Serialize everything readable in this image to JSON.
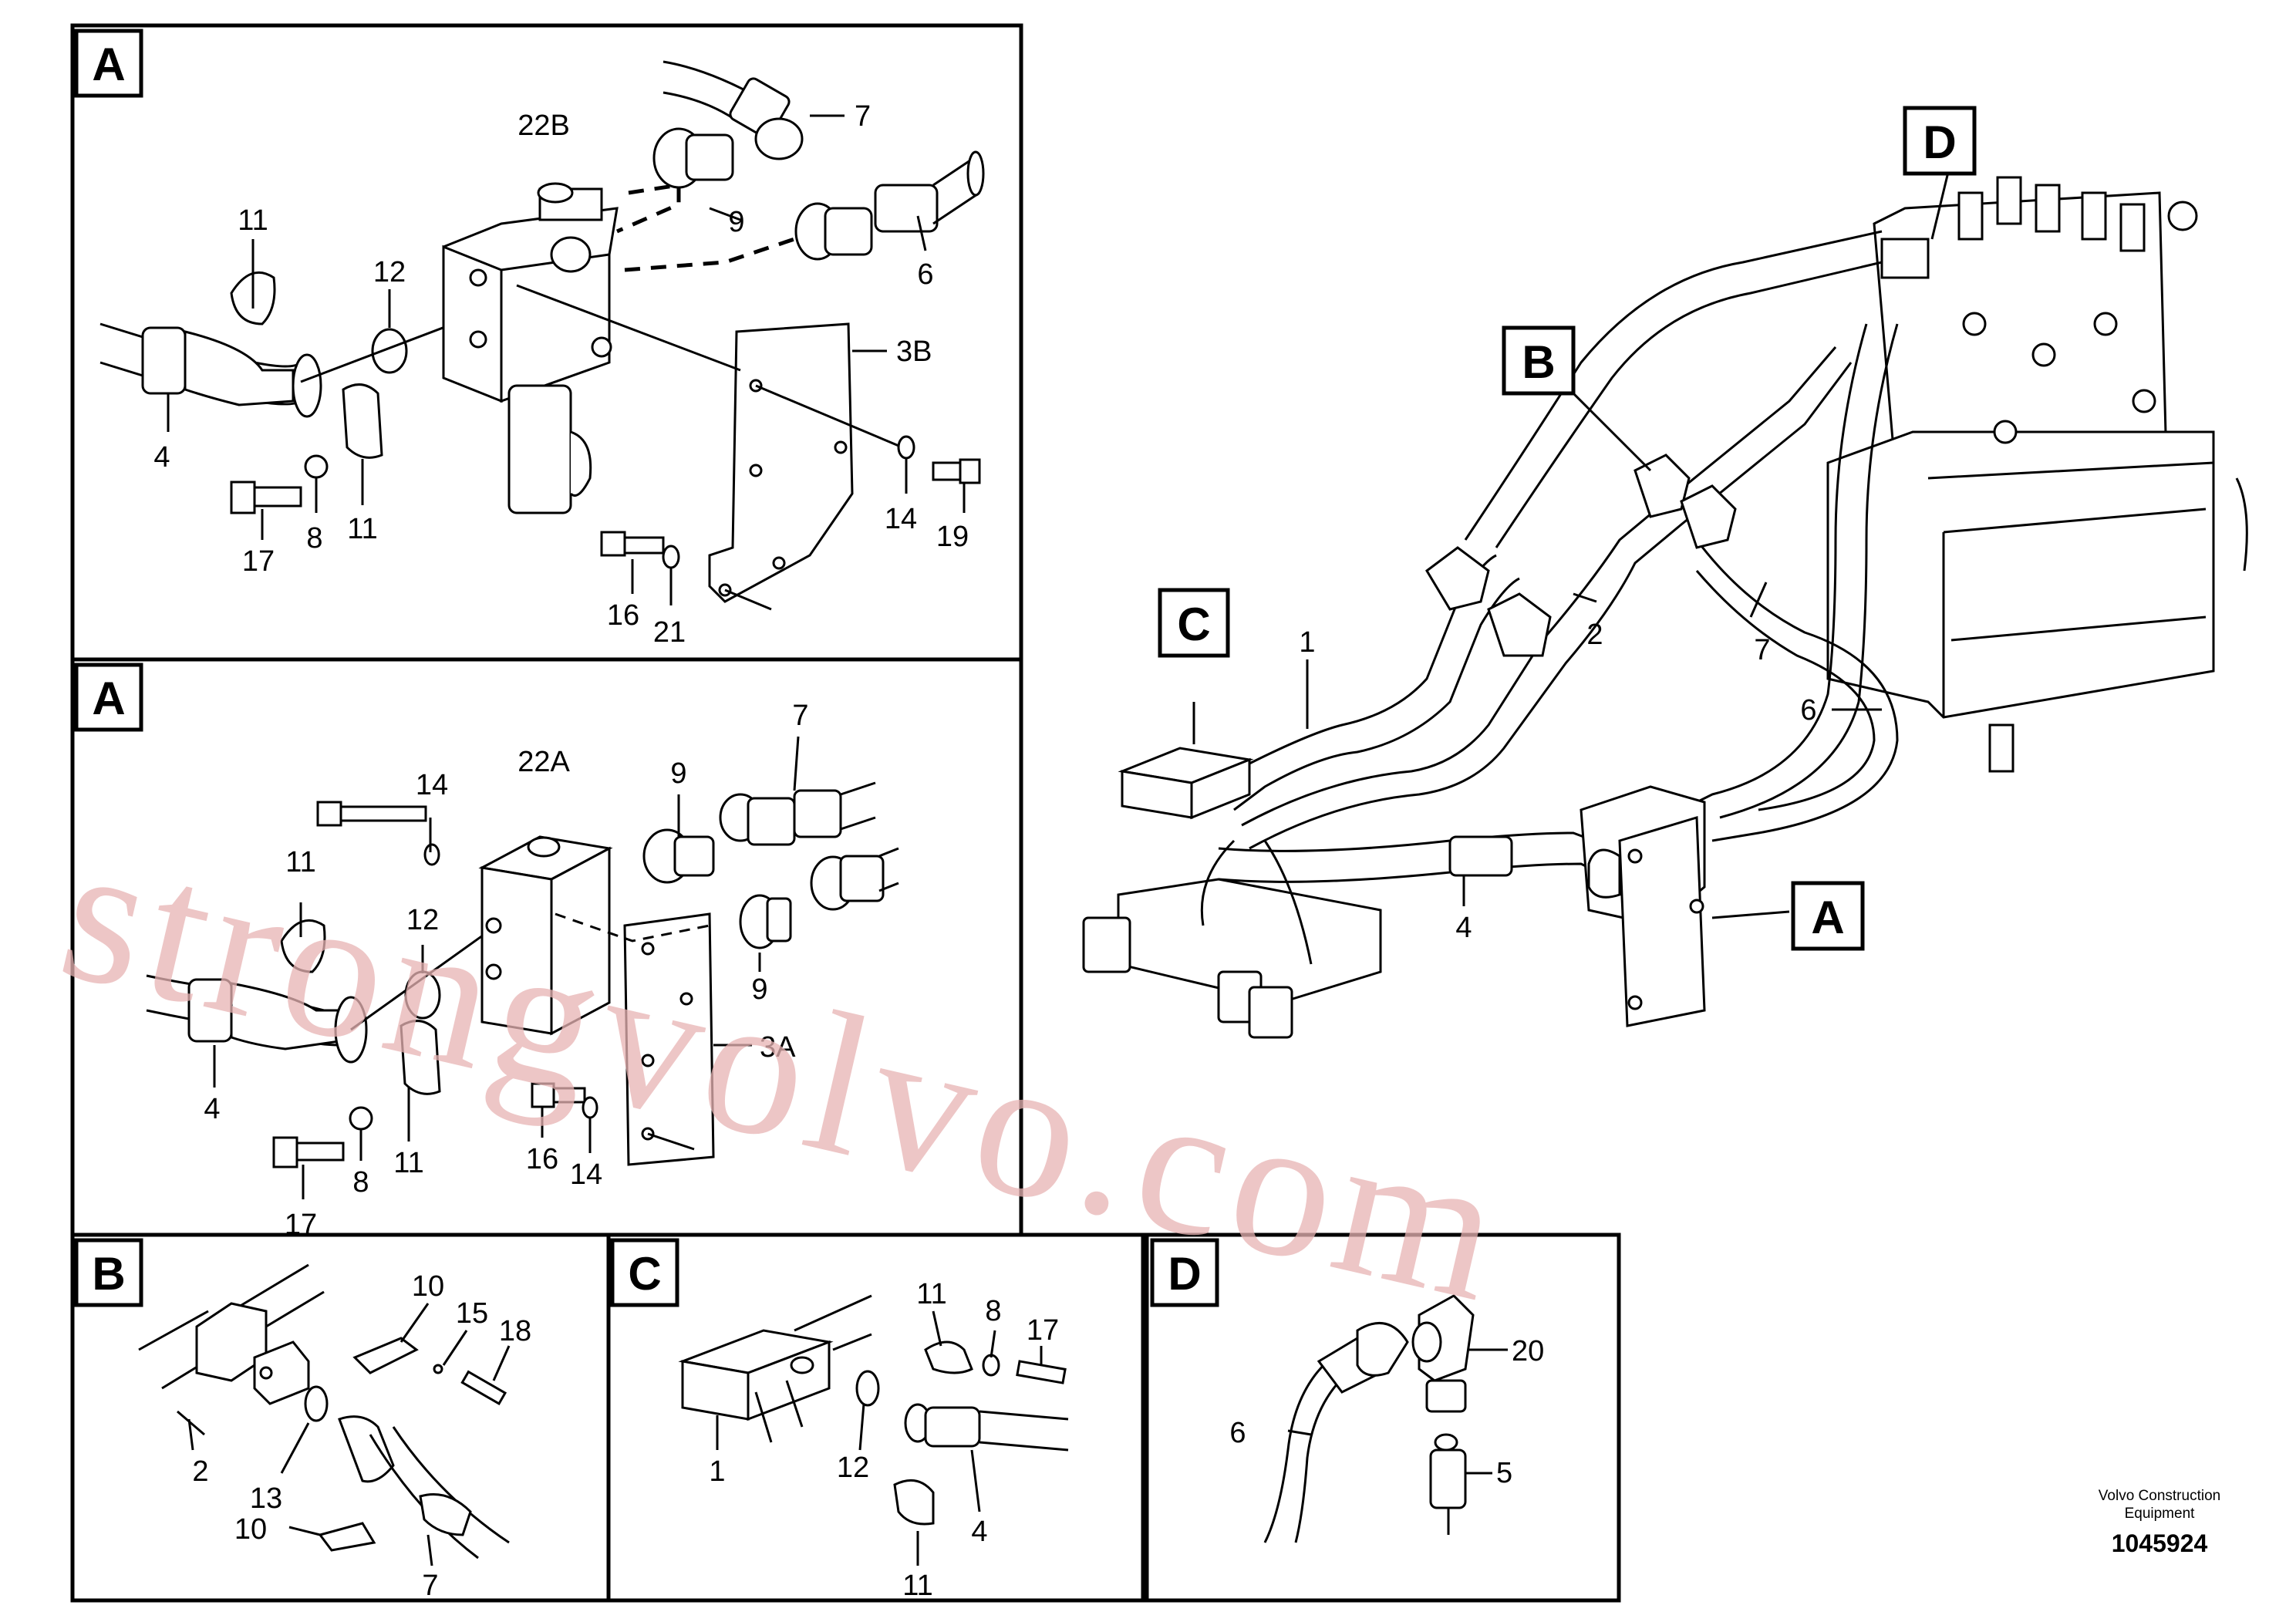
{
  "panels": {
    "A_top": {
      "letter": "A",
      "labels": [
        "22B",
        "7",
        "9",
        "6",
        "11",
        "12",
        "4",
        "3B",
        "17",
        "8",
        "11",
        "14",
        "19",
        "16",
        "21"
      ]
    },
    "A_mid": {
      "letter": "A",
      "labels": [
        "22A",
        "7",
        "14",
        "9",
        "11",
        "12",
        "9",
        "4",
        "3A",
        "17",
        "8",
        "11",
        "16",
        "14"
      ]
    },
    "B": {
      "letter": "B",
      "labels": [
        "10",
        "15",
        "18",
        "2",
        "13",
        "10",
        "7"
      ]
    },
    "C": {
      "letter": "C",
      "labels": [
        "11",
        "8",
        "17",
        "1",
        "12",
        "4",
        "11"
      ]
    },
    "D": {
      "letter": "D",
      "labels": [
        "20",
        "6",
        "5"
      ]
    }
  },
  "overview": {
    "callouts": [
      "D",
      "B",
      "C",
      "A"
    ],
    "labels": [
      "1",
      "2",
      "7",
      "6",
      "4"
    ]
  },
  "watermark": "strongvolvo.com",
  "footer": {
    "line1": "Volvo Construction",
    "line2": "Equipment",
    "number": "1045924"
  }
}
